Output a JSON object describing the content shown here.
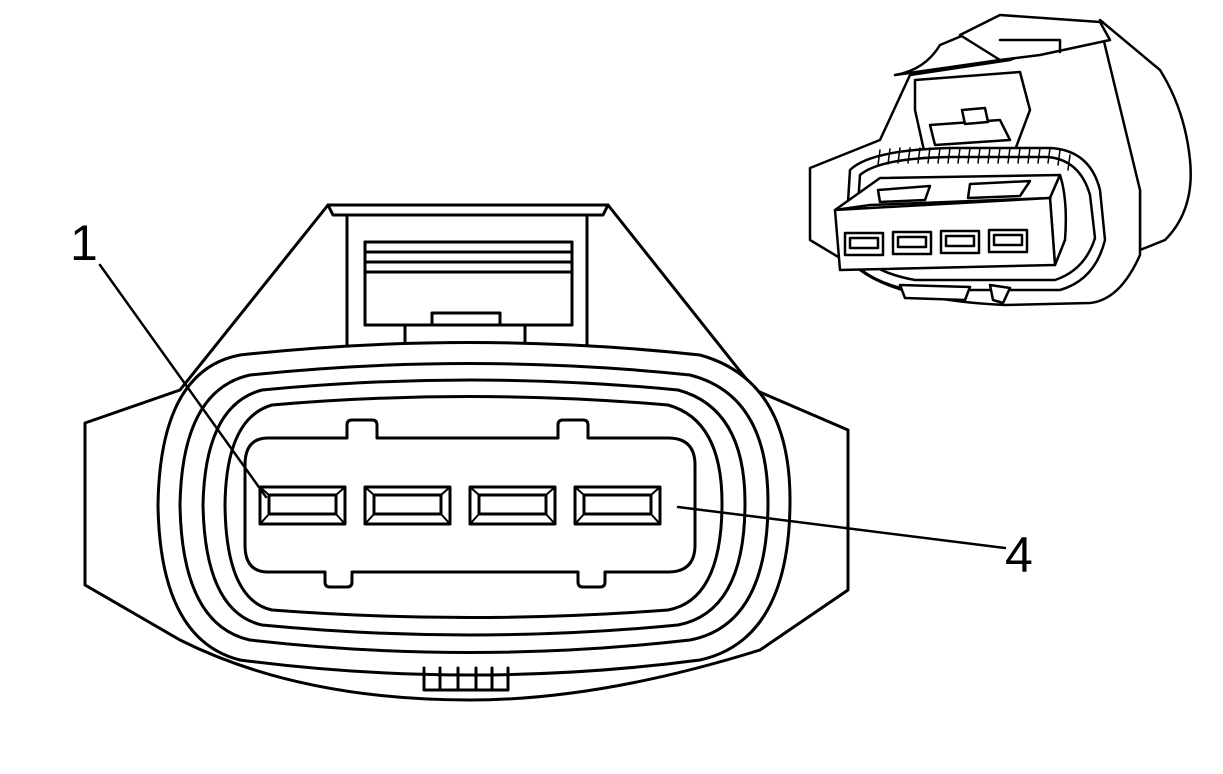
{
  "callouts": [
    {
      "id": "pin-1",
      "label": "1",
      "pin_index": 0
    },
    {
      "id": "pin-4",
      "label": "4",
      "pin_index": 3
    }
  ],
  "pins": [
    {
      "position": 1
    },
    {
      "position": 2
    },
    {
      "position": 3
    },
    {
      "position": 4
    }
  ],
  "colors": {
    "line": "#000000",
    "fill": "#ffffff"
  }
}
